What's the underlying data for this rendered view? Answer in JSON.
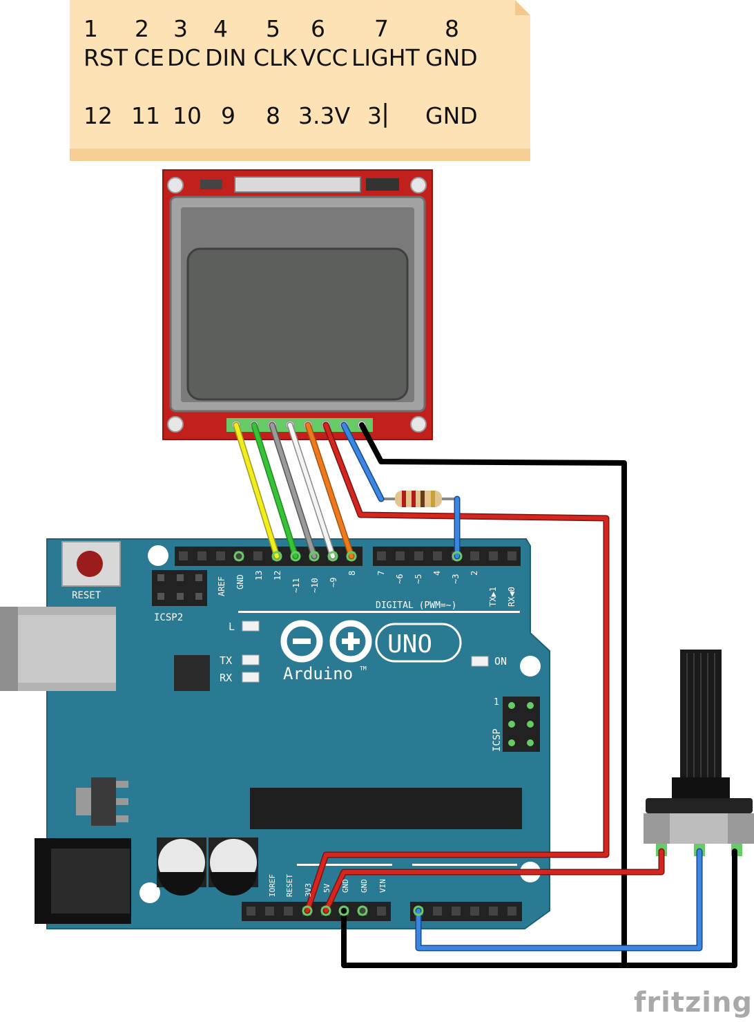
{
  "note": {
    "pin_numbers": [
      "1",
      "2",
      "3",
      "4",
      "5",
      "6",
      "7",
      "8"
    ],
    "lcd_pins": [
      "RST",
      "CE",
      "DC",
      "DIN",
      "CLK",
      "VCC",
      "LIGHT",
      "GND"
    ],
    "arduino_pins": [
      "12",
      "11",
      "10",
      "9",
      "8",
      "3.3V",
      "3",
      "GND"
    ]
  },
  "board": {
    "reset_label": "RESET",
    "icsp2_label": "ICSP2",
    "icsp_label": "ICSP",
    "icsp_pin1": "1",
    "digital_label": "DIGITAL (PWM=~)",
    "header_top_left": [
      "AREF",
      "GND",
      "13",
      "12",
      "~11",
      "~10",
      "~9",
      "8"
    ],
    "header_top_right": [
      "7",
      "~6",
      "~5",
      "4",
      "~3",
      "2",
      "TX▶1",
      "RX◀0"
    ],
    "led_l": "L",
    "led_tx": "TX",
    "led_rx": "RX",
    "led_on": "ON",
    "logo_text": "Arduino",
    "tm": "TM",
    "uno_badge": "UNO",
    "power_pins": [
      "IOREF",
      "RESET",
      "3V3",
      "5V",
      "GND",
      "GND",
      "VIN"
    ]
  },
  "brand": "fritzing",
  "colors": {
    "board_teal": "#2b7a93",
    "wire_red": "#c41e1e",
    "wire_blue": "#2a6fc6",
    "wire_black": "#111111",
    "lcd_red": "#c2201c",
    "note_bg": "#fde2b6"
  }
}
